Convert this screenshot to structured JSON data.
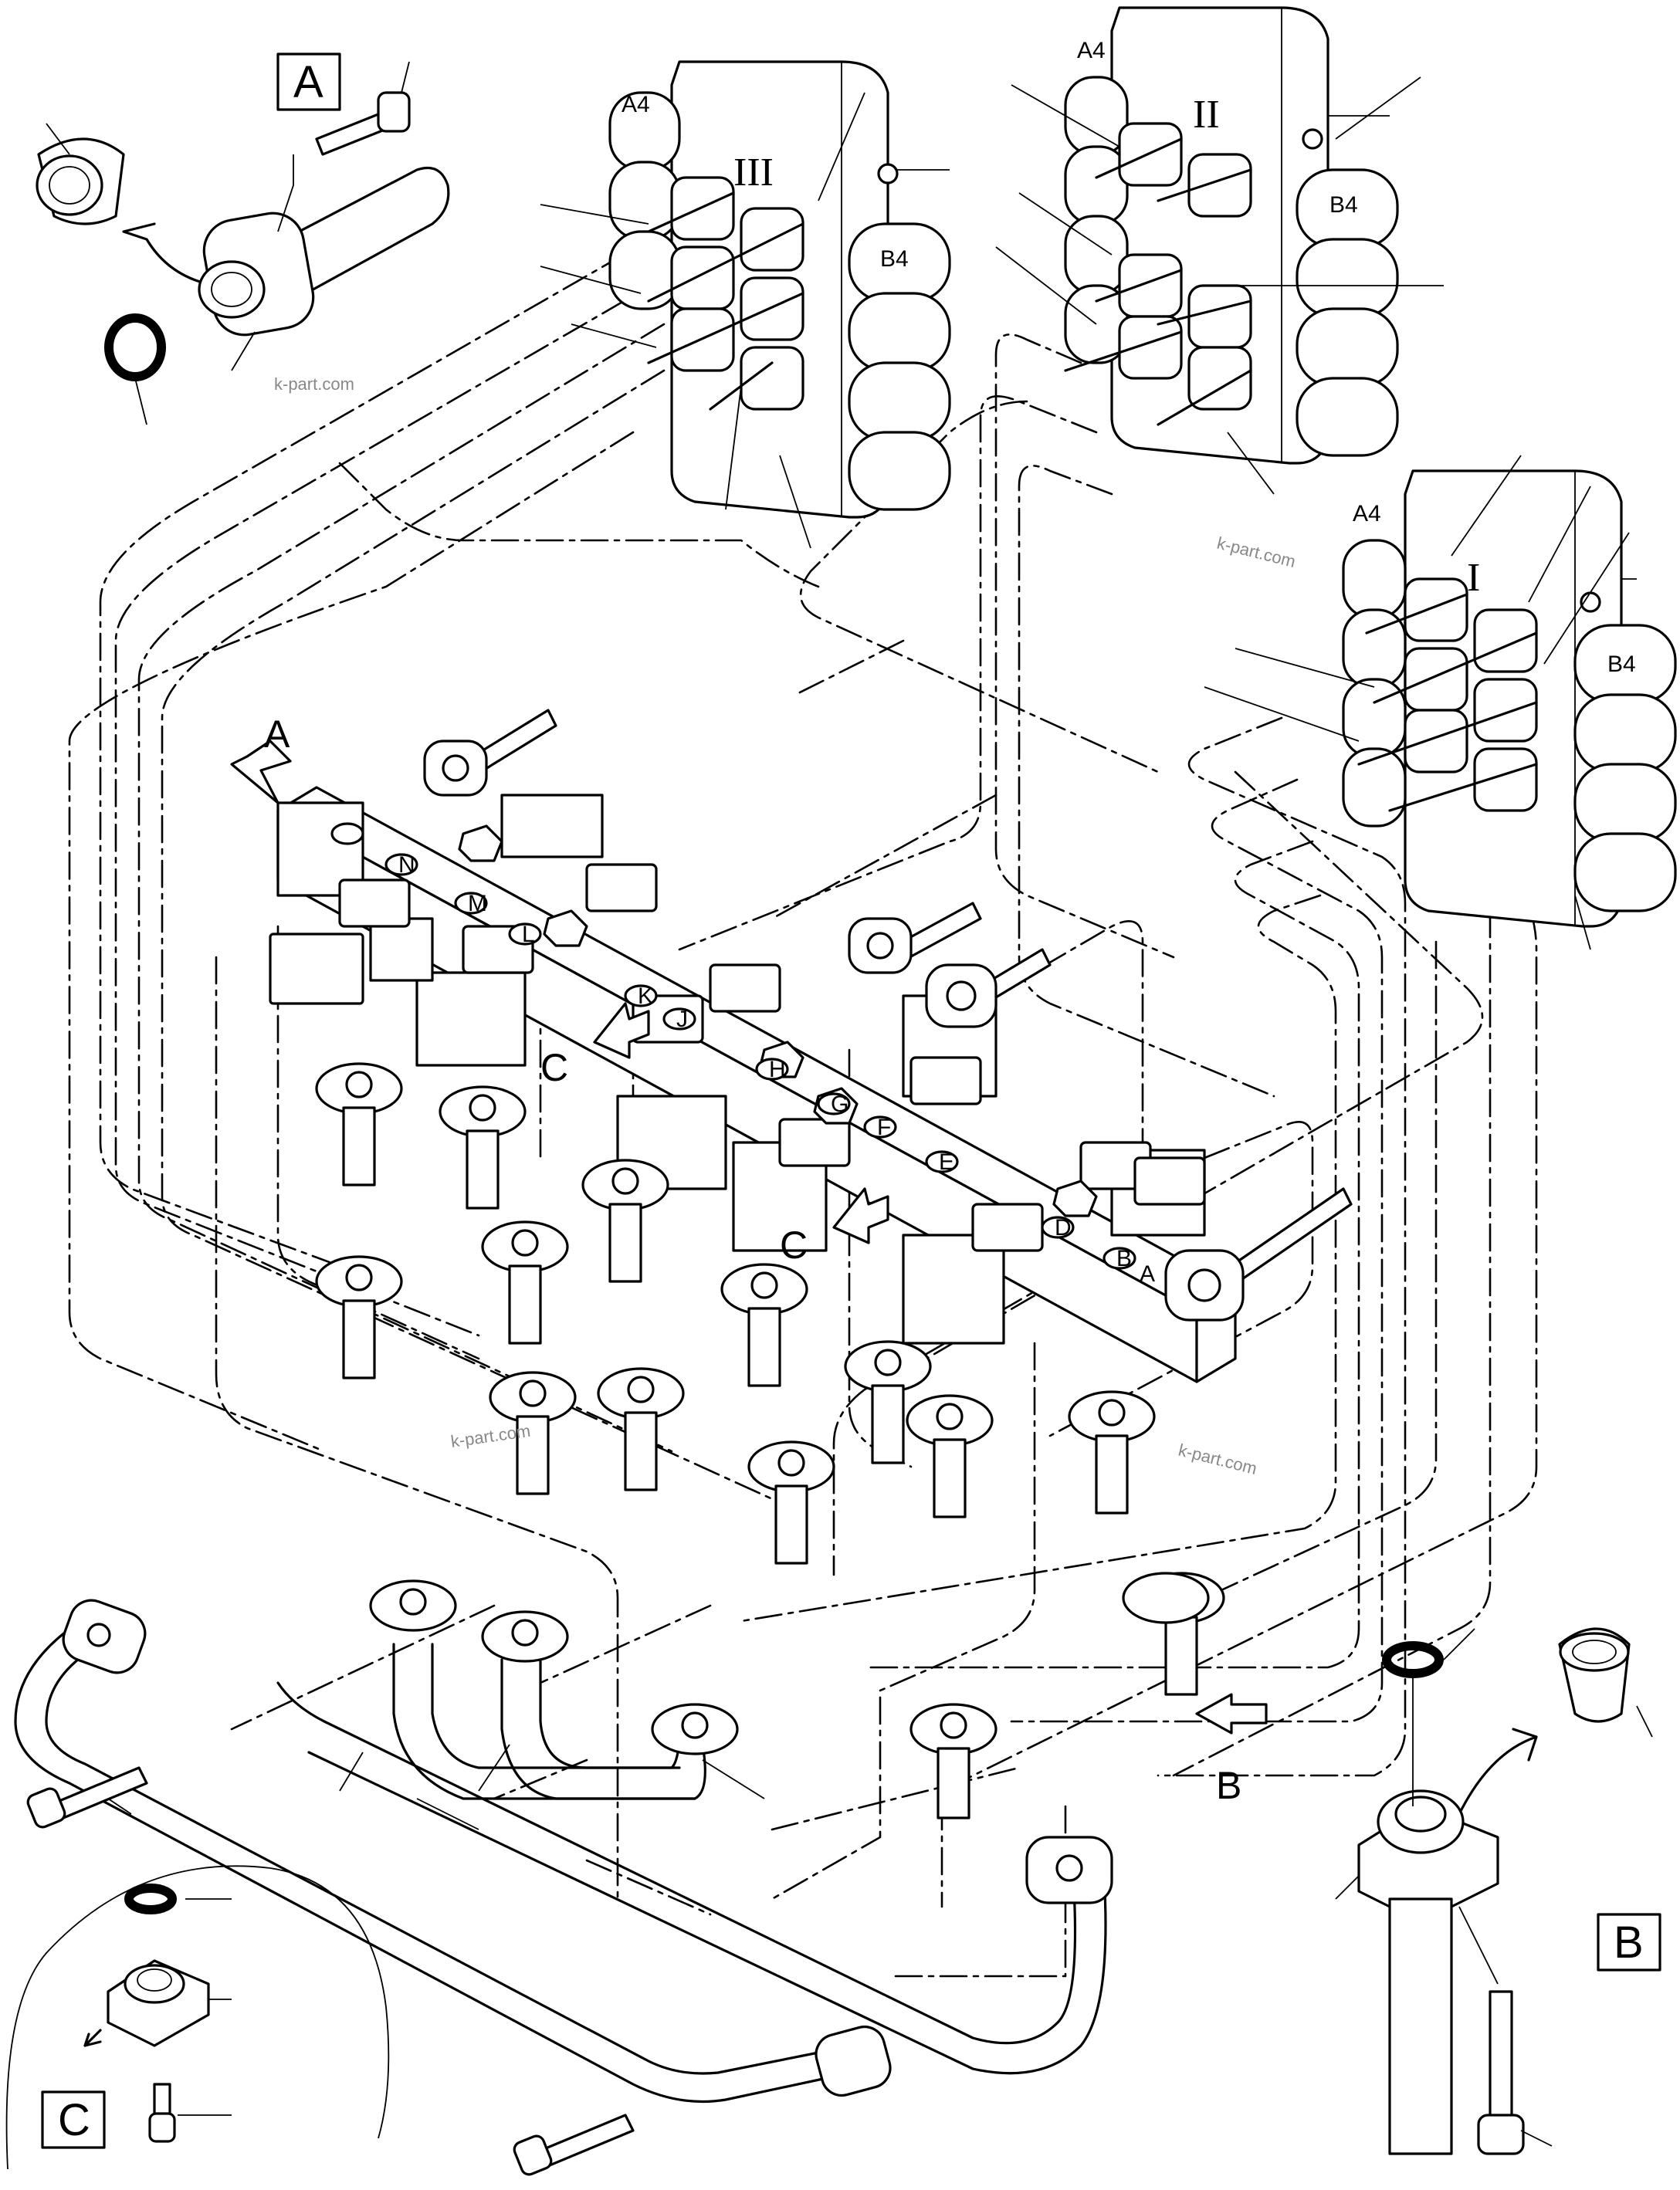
{
  "diagram": {
    "callout_boxes": {
      "a": "A",
      "b": "B",
      "c": "C"
    },
    "view_arrows": {
      "a": "A",
      "b": "B",
      "c1": "C",
      "c2": "C"
    },
    "valve_blocks": [
      {
        "roman": "III",
        "port_a": "A4",
        "port_b": "B4"
      },
      {
        "roman": "II",
        "port_a": "A4",
        "port_b": "B4"
      },
      {
        "roman": "I",
        "port_a": "A4",
        "port_b": "B4"
      }
    ],
    "manifold_letters": [
      "N",
      "M",
      "L",
      "K",
      "J",
      "H",
      "G",
      "F",
      "E",
      "D",
      "B",
      "A"
    ],
    "watermark": "k-part.com"
  }
}
